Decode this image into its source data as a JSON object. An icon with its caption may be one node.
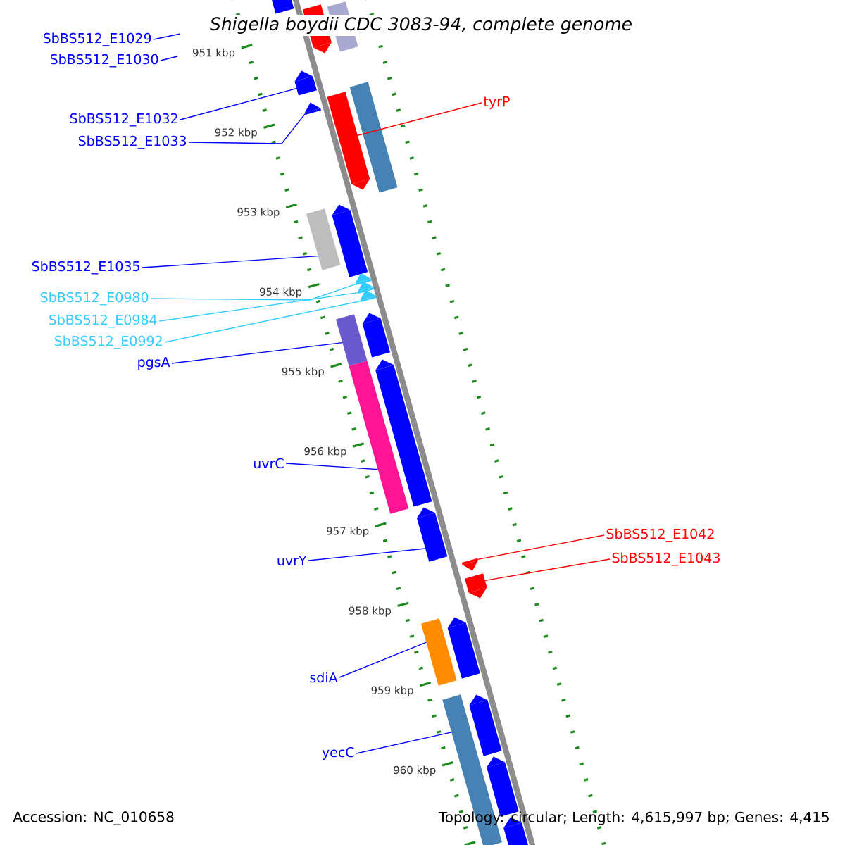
{
  "diagram": {
    "title": "Shigella boydii CDC 3083-94, complete genome",
    "nodes": [
      {
        "text": [
          "SbBS512_E1029"
        ]
      },
      {
        "text": [
          "SbBS512_E1030"
        ]
      },
      {
        "text": [
          "SbBS512_E1032"
        ]
      },
      {
        "text": [],
        "shape": "pentagon"
      },
      {
        "text": [
          "SbBS512_E1033"
        ]
      },
      {
        "text": [],
        "shape": "triangle"
      },
      {
        "text": [
          "tyrP"
        ]
      },
      {
        "text": [],
        "shape": "pentagon"
      },
      {
        "text": [
          "SbBS512_E1035"
        ]
      },
      {
        "text": [],
        "shape": "box"
      },
      {
        "text": [
          "SbBS512_E0980"
        ]
      },
      {
        "text": [],
        "shape": "triangle"
      },
      {
        "text": [
          "SbBS512_E0984"
        ]
      },
      {
        "text": [],
        "shape": "triangle"
      },
      {
        "text": [
          "SbBS512_E0992"
        ]
      },
      {
        "text": [],
        "shape": "triangle"
      },
      {
        "text": [
          "pgsA"
        ]
      },
      {
        "text": [],
        "shape": "box"
      },
      {
        "text": [
          "uvrC"
        ]
      },
      {
        "text": [],
        "shape": "box"
      },
      {
        "text": [
          "uvrY"
        ]
      },
      {
        "text": [],
        "shape": "pentagon"
      },
      {
        "text": [
          "SbBS512_E1042"
        ]
      },
      {
        "text": [],
        "shape": "triangle"
      },
      {
        "text": [
          "SbBS512_E1043"
        ]
      },
      {
        "text": [],
        "shape": "pentagon"
      },
      {
        "text": [
          "sdiA"
        ]
      },
      {
        "text": [],
        "shape": "box"
      },
      {
        "text": [
          "yecC"
        ]
      },
      {
        "text": [],
        "shape": "box"
      },
      {
        "text": [],
        "shape": "pentagon"
      },
      {
        "text": [],
        "shape": "pentagon"
      },
      {
        "text": [],
        "shape": "box"
      },
      {
        "text": [],
        "shape": "box"
      },
      {
        "text": [],
        "shape": "pentagon"
      },
      {
        "text": [],
        "shape": "pentagon"
      },
      {
        "text": [],
        "shape": "pentagon"
      },
      {
        "text": [],
        "shape": "pentagon"
      },
      {
        "text": [],
        "shape": "pentagon"
      },
      {
        "text": [],
        "shape": "pentagon"
      },
      {
        "text": [],
        "shape": "pentagon"
      }
    ],
    "edges": [
      {
        "from": 0,
        "to": null,
        "arrow": "none"
      },
      {
        "from": 1,
        "to": null,
        "arrow": "none"
      },
      {
        "from": 2,
        "to": 3,
        "arrow": "none"
      },
      {
        "from": 4,
        "to": 5,
        "arrow": "none"
      },
      {
        "from": 6,
        "to": 7,
        "arrow": "none",
        "color": "#ff0000"
      },
      {
        "from": 8,
        "to": 9,
        "arrow": "none"
      },
      {
        "from": 10,
        "to": 11,
        "arrow": "none",
        "color": "#33ccff"
      },
      {
        "from": 12,
        "to": 13,
        "arrow": "none",
        "color": "#33ccff"
      },
      {
        "from": 14,
        "to": 15,
        "arrow": "none",
        "color": "#33ccff"
      },
      {
        "from": 16,
        "to": 17,
        "arrow": "none"
      },
      {
        "from": 18,
        "to": 19,
        "arrow": "none"
      },
      {
        "from": 20,
        "to": 21,
        "arrow": "none"
      },
      {
        "from": 22,
        "to": 23,
        "arrow": "none",
        "color": "#ff0000"
      },
      {
        "from": 24,
        "to": 25,
        "arrow": "none",
        "color": "#ff0000"
      },
      {
        "from": 26,
        "to": 27,
        "arrow": "none"
      },
      {
        "from": 28,
        "to": 29,
        "arrow": "none"
      }
    ],
    "labels": [
      "951 kbp",
      "952 kbp",
      "953 kbp",
      "954 kbp",
      "955 kbp",
      "956 kbp",
      "957 kbp",
      "958 kbp",
      "959 kbp",
      "960 kbp",
      "Accession: NC_010658",
      "Topology: circular; Length: 4,615,997 bp; Genes: 4,415"
    ]
  }
}
